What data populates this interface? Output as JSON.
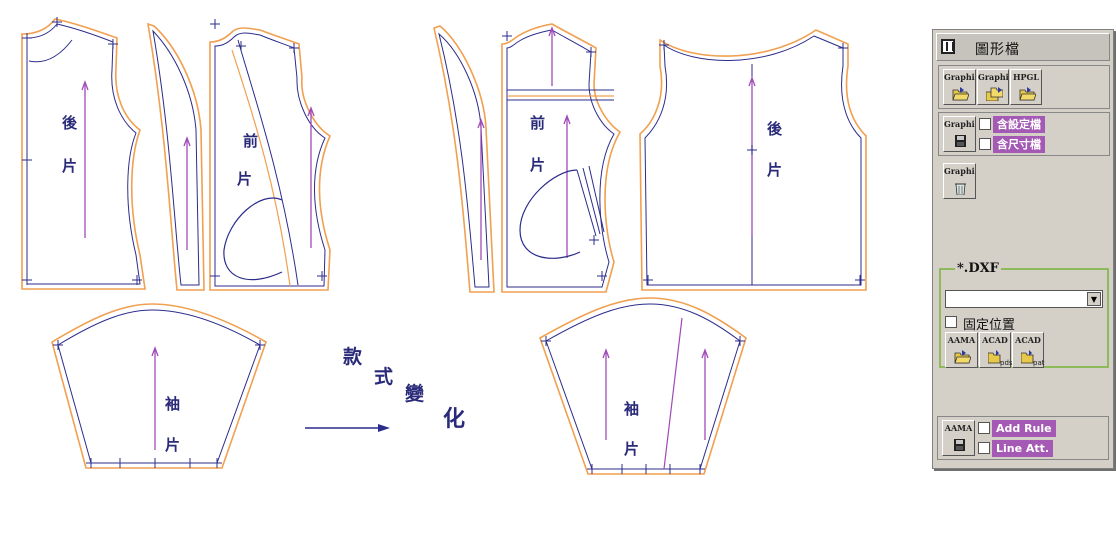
{
  "pattern_labels": {
    "back_left": [
      "後",
      "片"
    ],
    "front_left": [
      "前",
      "片"
    ],
    "front_right": [
      "前",
      "片"
    ],
    "back_right": [
      "後",
      "片"
    ],
    "sleeve_left": [
      "袖",
      "片"
    ],
    "sleeve_right": [
      "袖",
      "片"
    ]
  },
  "annotation": {
    "chars": [
      "款",
      "式",
      "變",
      "化"
    ]
  },
  "panel": {
    "title": "圖形檔",
    "row1": [
      {
        "label": "Graphic",
        "icon": "folder-open-icon"
      },
      {
        "label": "Graphic",
        "icon": "folder-multi-icon"
      },
      {
        "label": "HPGL",
        "icon": "folder-open-icon"
      }
    ],
    "row2": {
      "button": {
        "label": "Graphic",
        "icon": "floppy-disk-icon"
      },
      "checks": [
        {
          "label": "含設定檔",
          "checked": false
        },
        {
          "label": "含尺寸檔",
          "checked": false
        }
      ]
    },
    "row3": {
      "label": "Graphic",
      "icon": "trash-can-icon"
    },
    "dxf": {
      "title": "*.DXF",
      "select_value": "",
      "fixed_position": {
        "label": "固定位置",
        "checked": false
      },
      "buttons": [
        {
          "label": "AAMA",
          "icon": "folder-open-icon"
        },
        {
          "label": "CAD",
          "prefix": "A",
          "icon": "folder-pds-icon",
          "sub": "pds"
        },
        {
          "label": "CAD",
          "prefix": "A",
          "icon": "folder-pat-icon",
          "sub": "pat"
        }
      ]
    },
    "row5": {
      "button": {
        "label": "AAMA",
        "icon": "floppy-disk-icon"
      },
      "checks": [
        {
          "label": "Add Rule",
          "checked": false
        },
        {
          "label": "Line Att.",
          "checked": false
        }
      ]
    }
  },
  "colors": {
    "outer_line": "#f0a050",
    "inner_line": "#2c2c8c",
    "grain_line": "#a04ab8",
    "label_bg": "#a45ab4",
    "panel_bg": "#d4d0c8",
    "dxf_border": "#8dbb5b"
  }
}
